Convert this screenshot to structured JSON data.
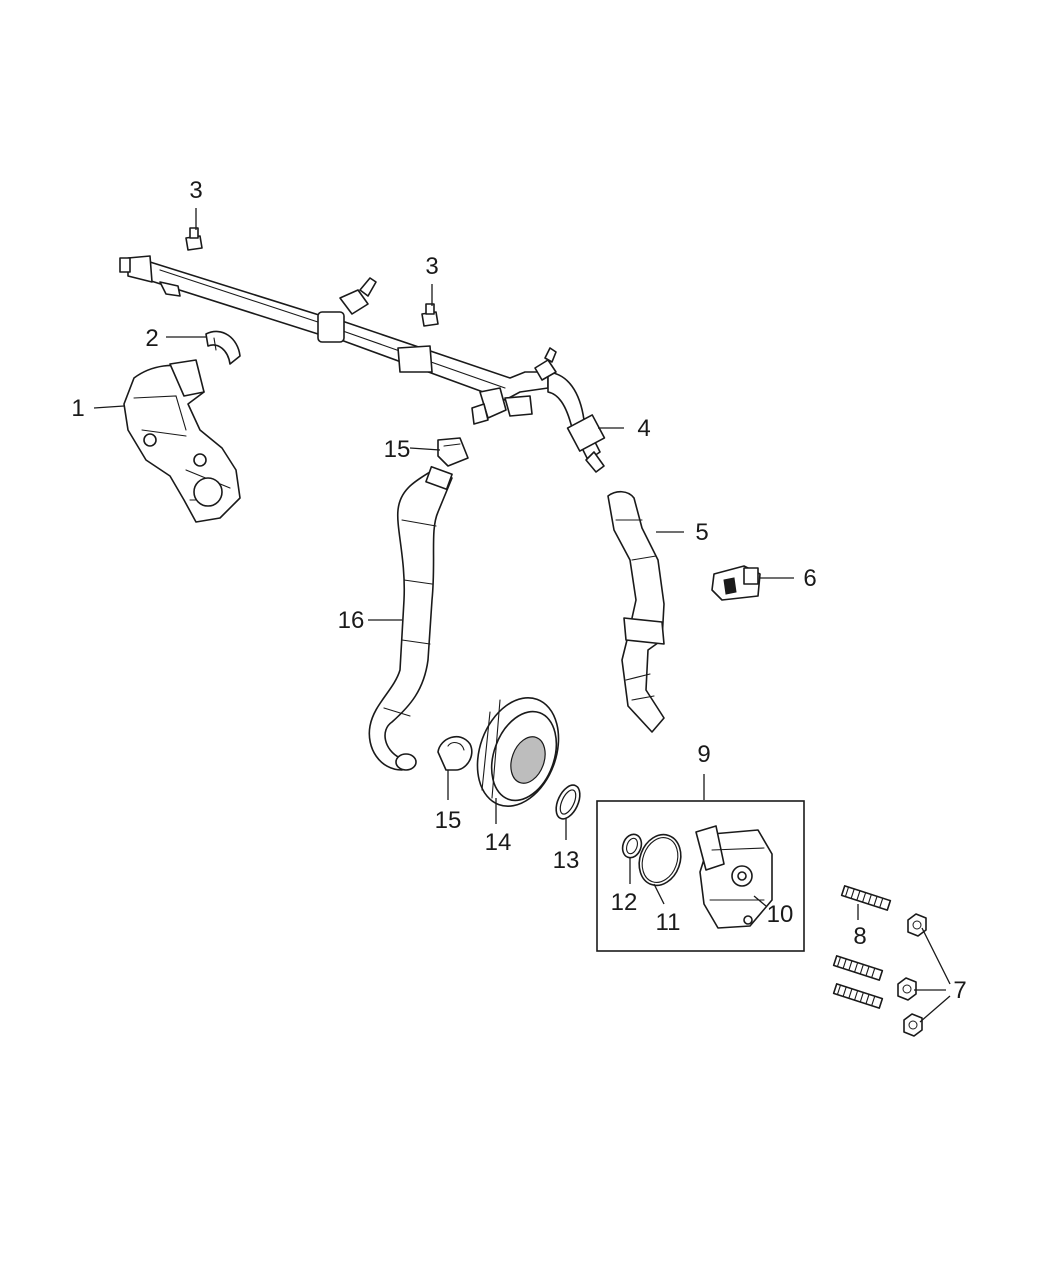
{
  "diagram": {
    "callouts": {
      "c1": "1",
      "c2": "2",
      "c3a": "3",
      "c3b": "3",
      "c4": "4",
      "c5": "5",
      "c6": "6",
      "c7": "7",
      "c8": "8",
      "c9": "9",
      "c10": "10",
      "c11": "11",
      "c12": "12",
      "c13": "13",
      "c14": "14",
      "c15a": "15",
      "c15b": "15",
      "c16": "16"
    }
  }
}
